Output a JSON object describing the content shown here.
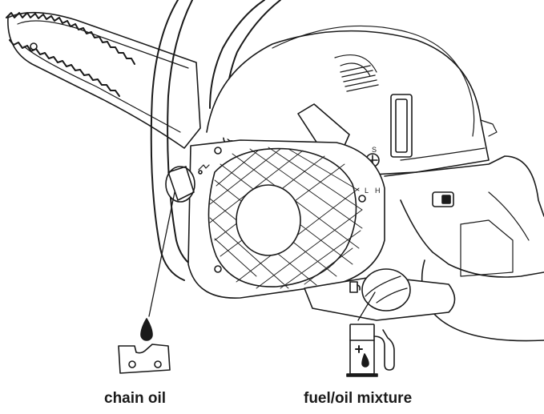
{
  "labels": {
    "chain_oil": "chain oil",
    "fuel_oil_mixture": "fuel/oil mixture",
    "marker_s": "S",
    "marker_l": "L",
    "marker_h": "H"
  },
  "icons": {
    "chain_oil": "oil-drop-chain-link-icon",
    "fuel_oil_mixture": "fuel-pump-icon"
  },
  "colors": {
    "line": "#1a1a1a",
    "background": "#ffffff"
  }
}
